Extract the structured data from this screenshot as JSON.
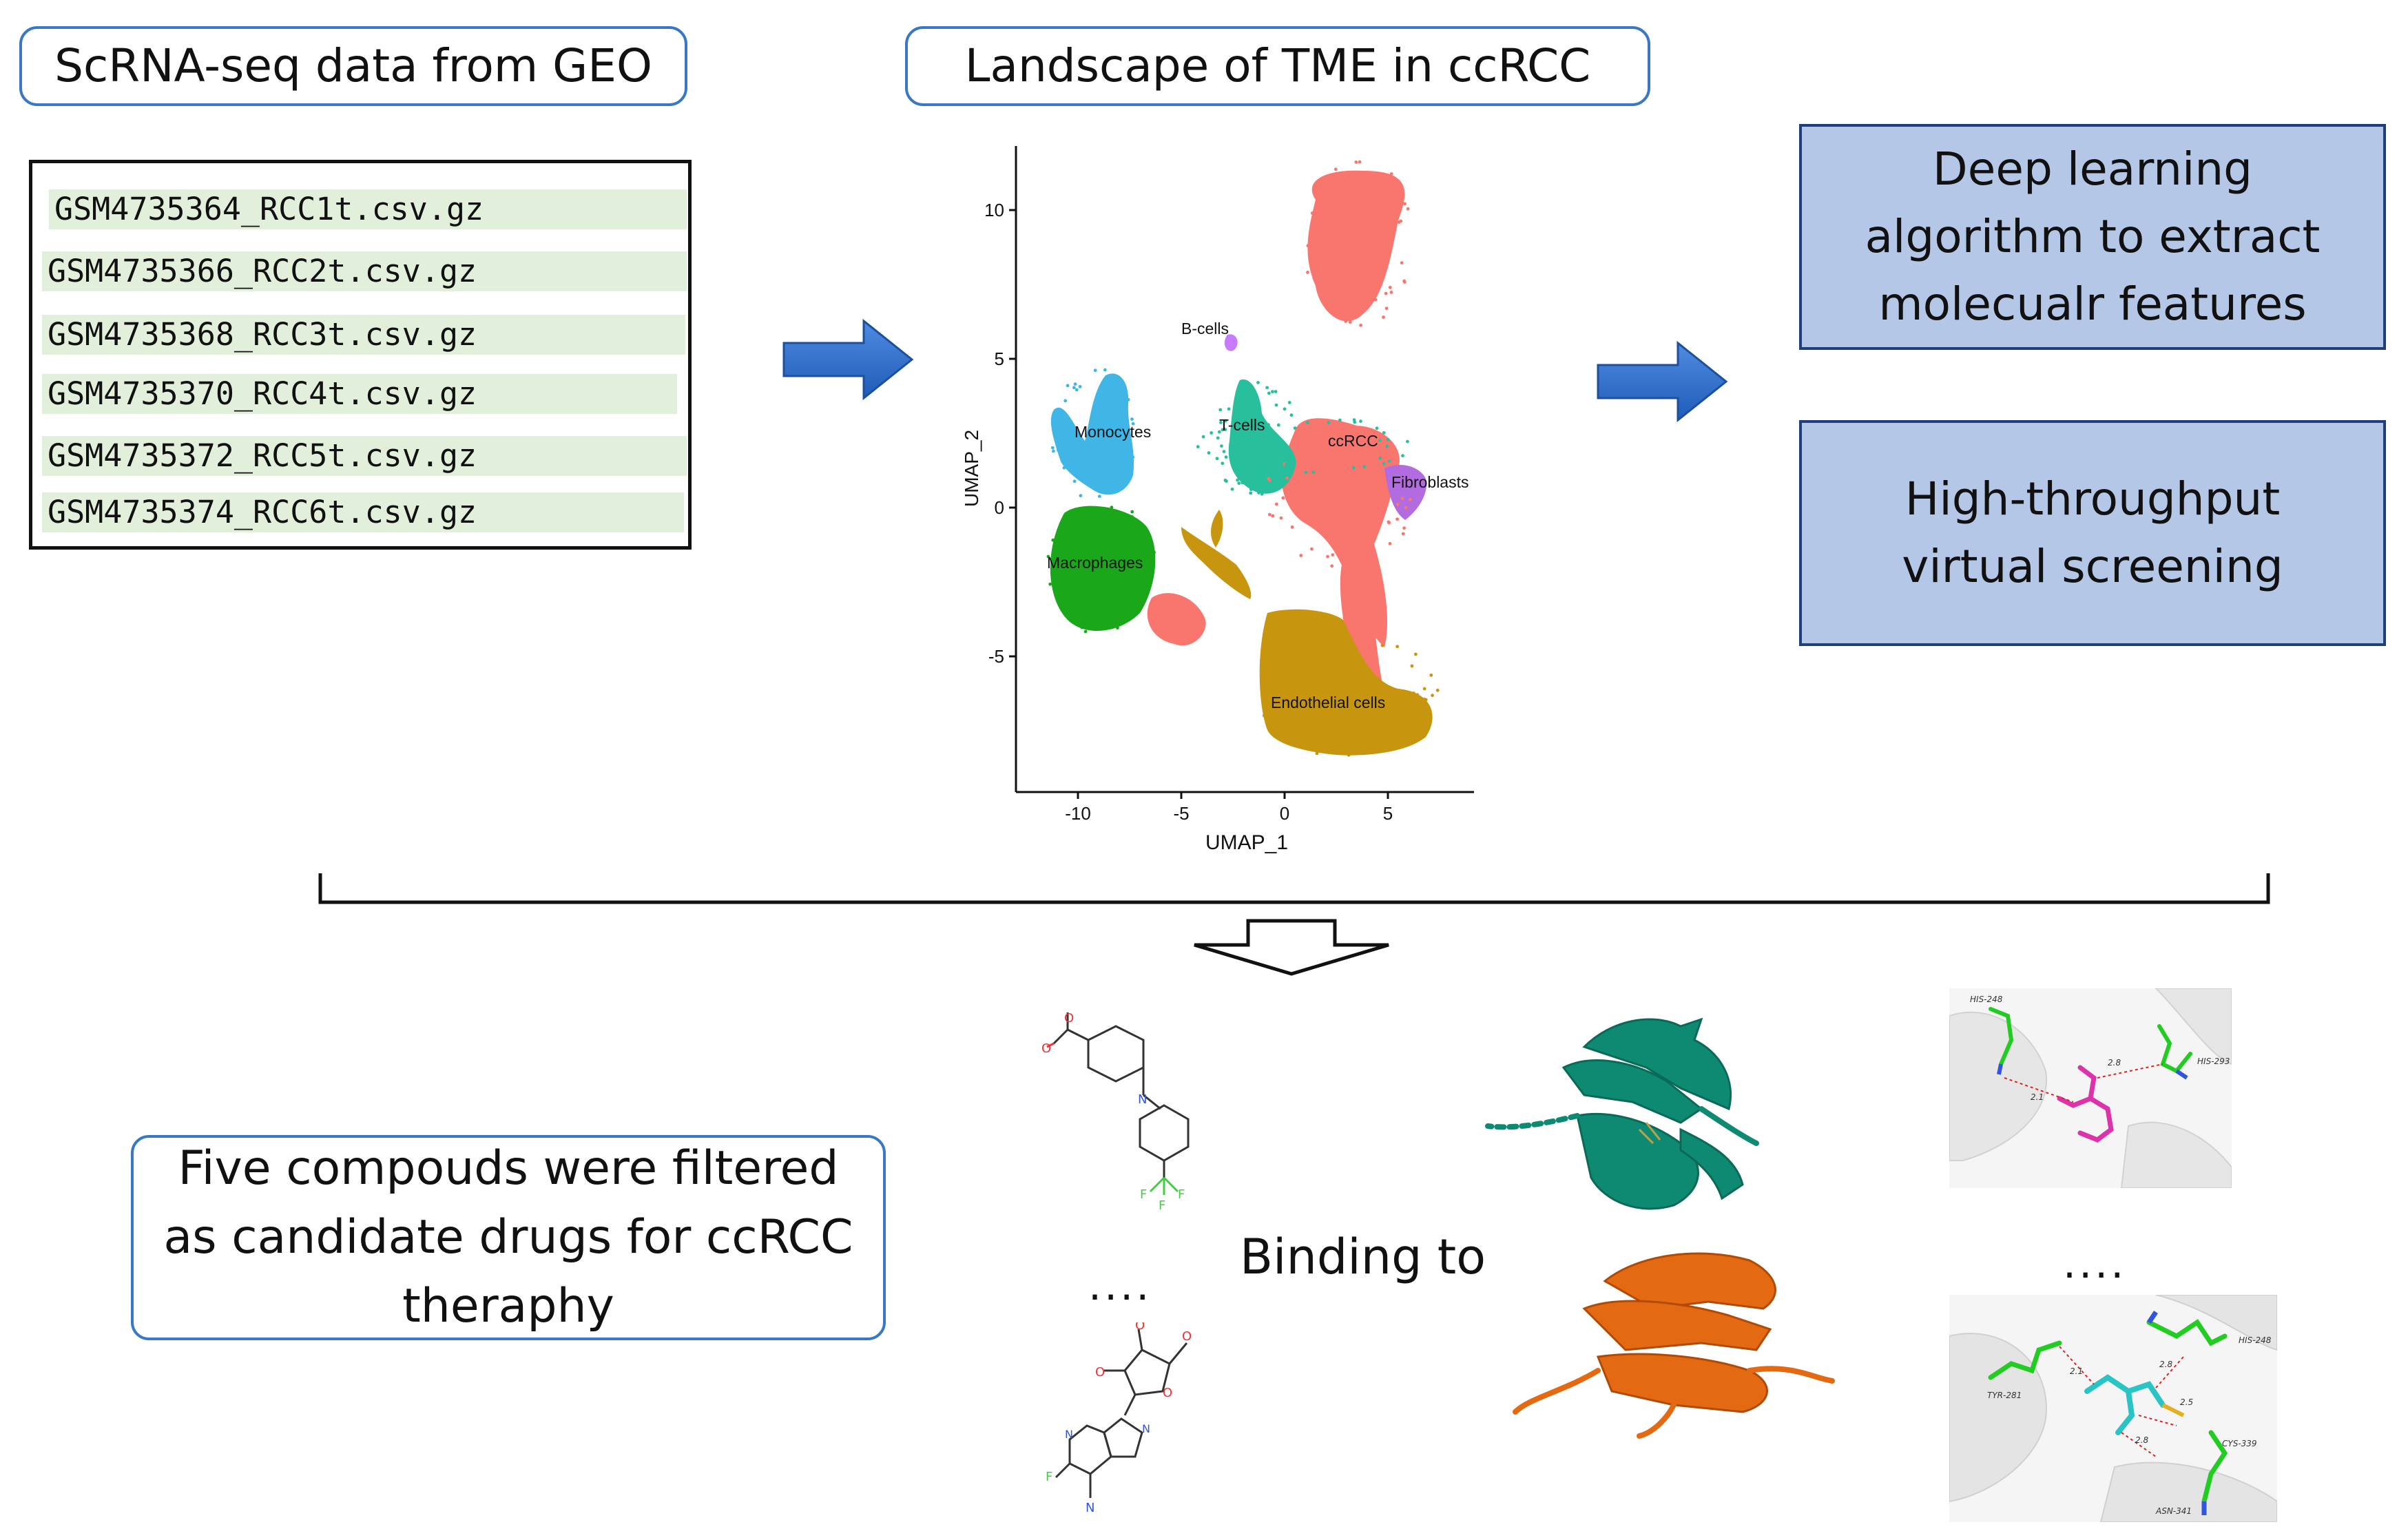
{
  "header": {
    "left_title": "ScRNA-seq data from GEO",
    "center_title": "Landscape of TME in ccRCC"
  },
  "files": [
    "GSM4735364_RCC1t.csv.gz",
    "GSM4735366_RCC2t.csv.gz",
    "GSM4735368_RCC3t.csv.gz",
    "GSM4735370_RCC4t.csv.gz",
    "GSM4735372_RCC5t.csv.gz",
    "GSM4735374_RCC6t.csv.gz"
  ],
  "umap": {
    "xlabel": "UMAP_1",
    "ylabel": "UMAP_2",
    "xticks": [
      "-10",
      "-5",
      "0",
      "5"
    ],
    "yticks": [
      "10",
      "5",
      "0",
      "-5"
    ],
    "clusters": {
      "bcells": "B-cells",
      "monocytes": "Monocytes",
      "tcells": "T-cells",
      "ccrcc": "ccRCC",
      "fibroblasts": "Fibroblasts",
      "macrophages": "Macrophages",
      "endothelial": "Endothelial cells"
    },
    "colors": {
      "ccrcc": "#f8766d",
      "monocytes": "#3fb6e6",
      "tcells": "#27bf9c",
      "macrophages": "#1aa81a",
      "endothelial": "#c8960e",
      "bcells": "#c77cff",
      "fibroblasts": "#b36be0"
    }
  },
  "right_boxes": {
    "deep_learning": [
      "Deep learning",
      "algorithm to extract",
      "molecualr features"
    ],
    "screening": [
      "High-throughput",
      "virtual screening"
    ]
  },
  "bottom": {
    "result": [
      "Five compouds were filtered",
      "as candidate drugs for ccRCC",
      "theraphy"
    ],
    "binding": "Binding to",
    "ellipsis": "....",
    "residues_top": [
      "HIS-248",
      "HIS-293",
      "2.1",
      "2.8"
    ],
    "residues_bottom": [
      "HIS-248",
      "TYR-281",
      "CYS-339",
      "ASN-341",
      "2.1",
      "2.8",
      "2.5",
      "2.8"
    ]
  },
  "colors": {
    "accent_border": "#3b78c4",
    "box_fill": "#b4c7e7",
    "box_border": "#1f3f7a",
    "arrow": "#2f6fc6",
    "file_row": "#e2efda",
    "protein_teal": "#0f8a72",
    "protein_orange": "#e36a12"
  }
}
